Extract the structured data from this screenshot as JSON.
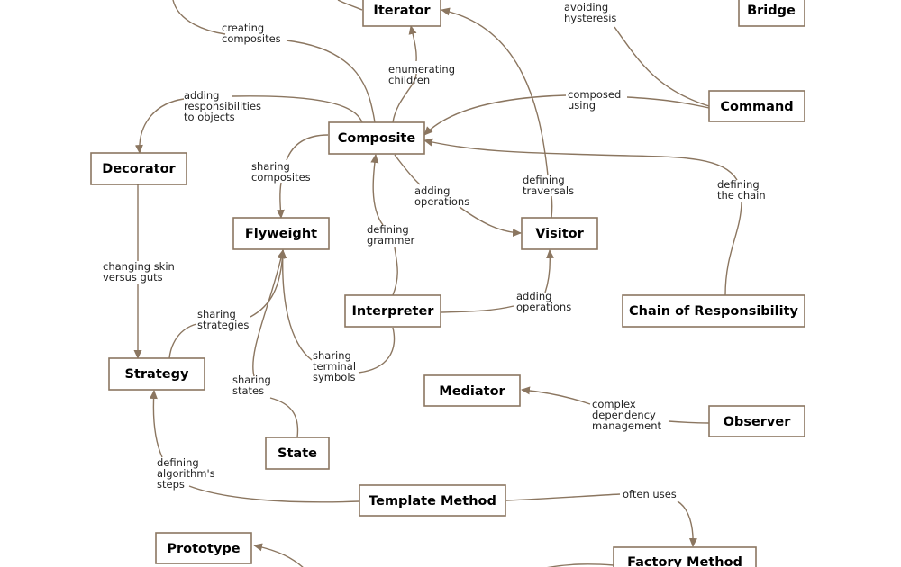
{
  "colors": {
    "edge": "#8b7660",
    "box_border": "#8b7660",
    "background": "#ffffff",
    "text": "#000000"
  },
  "patterns": {
    "iterator": "Iterator",
    "bridge": "Bridge",
    "command": "Command",
    "composite": "Composite",
    "decorator": "Decorator",
    "flyweight": "Flyweight",
    "visitor": "Visitor",
    "interpreter": "Interpreter",
    "chain_of_responsibility": "Chain of Responsibility",
    "strategy": "Strategy",
    "mediator": "Mediator",
    "observer": "Observer",
    "state": "State",
    "template_method": "Template Method",
    "prototype": "Prototype",
    "factory_method": "Factory Method"
  },
  "relationships": {
    "creating_composites": [
      "creating",
      "composites"
    ],
    "avoiding_hysteresis": [
      "avoiding",
      "hysteresis"
    ],
    "enumerating_children": [
      "enumerating",
      "children"
    ],
    "adding_responsibilities": [
      "adding",
      "responsibilities",
      "to objects"
    ],
    "composed_using": [
      "composed",
      "using"
    ],
    "sharing_composites": [
      "sharing",
      "composites"
    ],
    "adding_operations_composite": [
      "adding",
      "operations"
    ],
    "defining_traversals": [
      "defining",
      "traversals"
    ],
    "defining_the_chain": [
      "defining",
      "the chain"
    ],
    "defining_grammer": [
      "defining",
      "grammer"
    ],
    "changing_skin": [
      "changing skin",
      "versus guts"
    ],
    "sharing_strategies": [
      "sharing",
      "strategies"
    ],
    "adding_operations_interpreter": [
      "adding",
      "operations"
    ],
    "sharing_terminal_symbols": [
      "sharing",
      "terminal",
      "symbols"
    ],
    "sharing_states": [
      "sharing",
      "states"
    ],
    "complex_dependency": [
      "complex",
      "dependency",
      "management"
    ],
    "defining_algorithm_steps": [
      "defining",
      "algorithm's",
      "steps"
    ],
    "often_uses": [
      "often uses"
    ]
  }
}
